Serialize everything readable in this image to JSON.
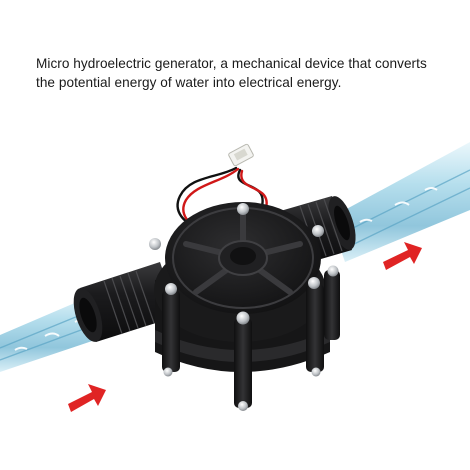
{
  "caption": {
    "line1": "Micro hydroelectric generator, a mechanical device that converts",
    "line2": "the potential energy of water into electrical energy."
  },
  "product_image": {
    "icon": "hydro-generator-photo",
    "colors": {
      "body": "#1c1c1e",
      "water_tube": "#9fd3e8",
      "arrow": "#e02424",
      "wire_red": "#d01818",
      "wire_black": "#111111"
    }
  }
}
